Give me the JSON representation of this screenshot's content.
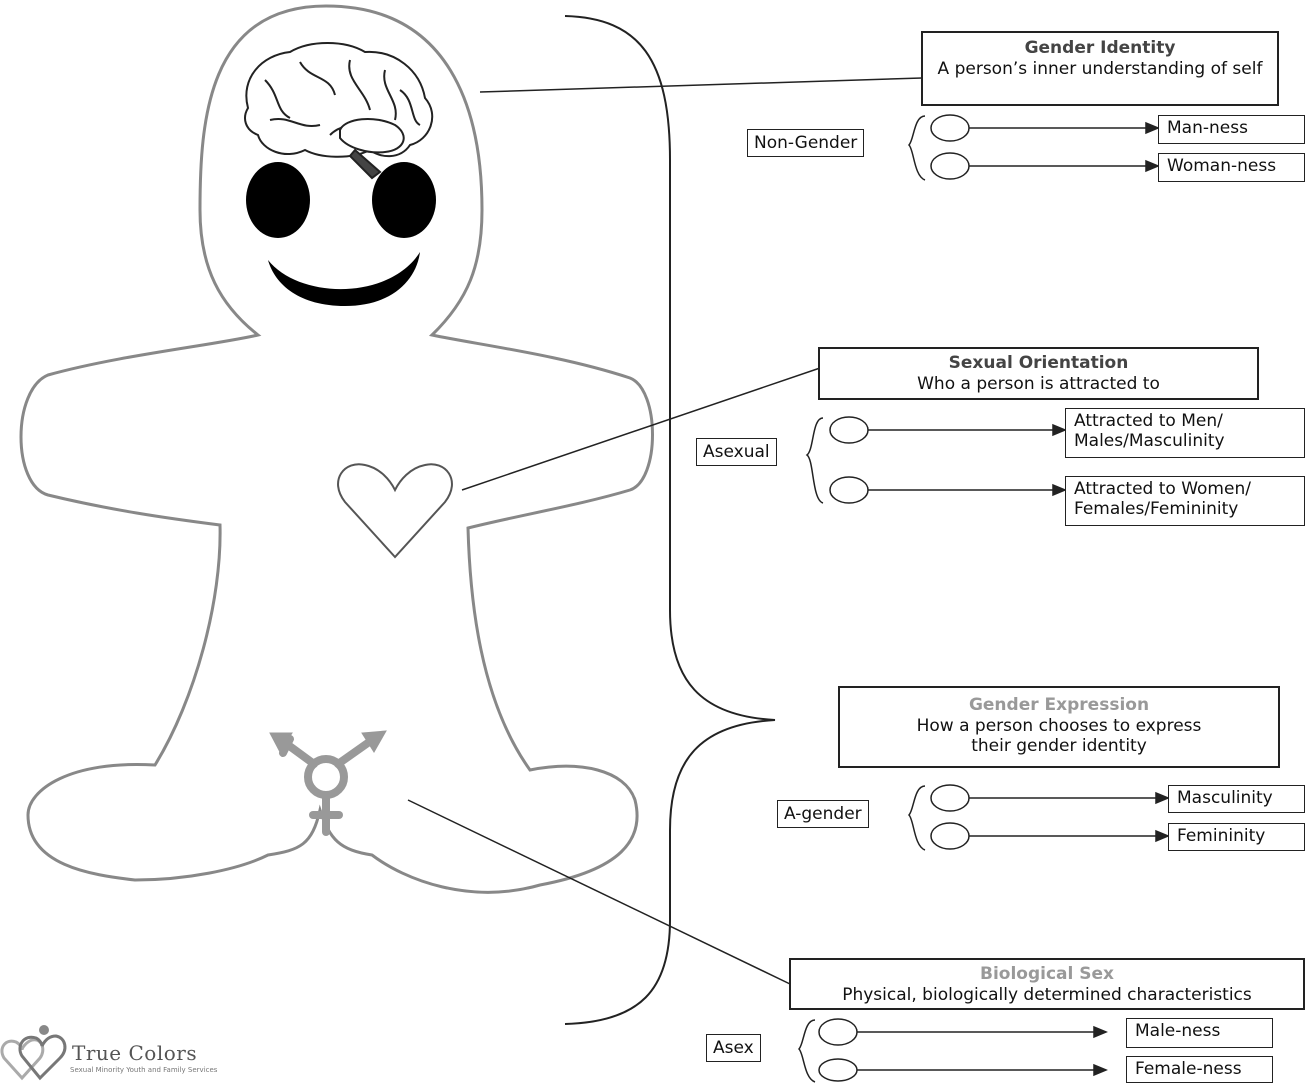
{
  "gender_identity": {
    "title": "Gender Identity",
    "description": "A person’s inner understanding of self",
    "neutral": "Non-Gender",
    "options": [
      "Man-ness",
      "Woman-ness"
    ]
  },
  "sexual_orientation": {
    "title": "Sexual Orientation",
    "description": "Who a person is attracted to",
    "neutral": "Asexual",
    "options": [
      "Attracted to Men/ Males/Masculinity",
      "Attracted to Women/ Females/Femininity"
    ]
  },
  "gender_expression": {
    "title": "Gender Expression",
    "description": "How a person chooses to express their gender identity",
    "neutral": "A-gender",
    "options": [
      "Masculinity",
      "Femininity"
    ]
  },
  "biological_sex": {
    "title": "Biological Sex",
    "description": "Physical, biologically determined characteristics",
    "neutral": "Asex",
    "options": [
      "Male-ness",
      "Female-ness"
    ]
  },
  "logo": {
    "name": "True Colors",
    "tagline": "Sexual Minority Youth and Family Services"
  },
  "icons": [
    "brain-icon",
    "heart-icon",
    "transgender-symbol-icon",
    "gingerbread-person-outline"
  ],
  "colors": {
    "outline": "#888888",
    "line": "#222222",
    "symbol": "#999999",
    "muted_title": "#999999"
  }
}
